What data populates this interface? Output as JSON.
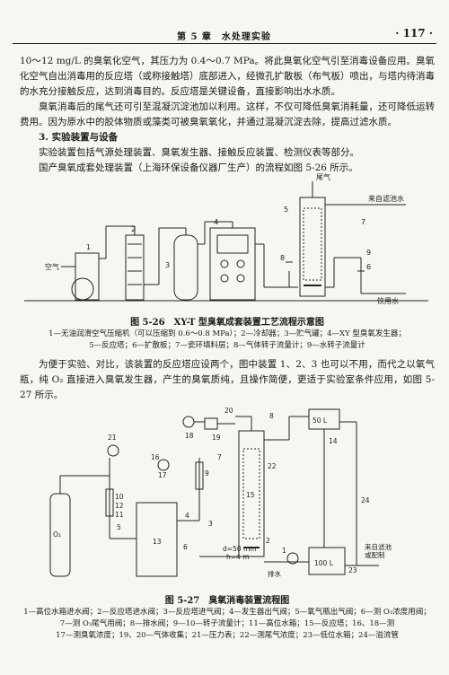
{
  "header": {
    "chapter": "第 5 章　水处理实验",
    "page_number": "· 117 ·"
  },
  "para1": "10～12 mg/L 的臭氧化空气，其压力为 0.4～0.7 MPa。将此臭氧化空气引至消毒设备应用。臭氧化空气自出消毒用的反应塔（或称接触塔）底部进入，经微孔扩散板（布气板）喷出，与塔内待消毒的水充分接触反应，达到消毒目的。反应塔是关键设备，直接影响出水水质。",
  "para2": "臭氧消毒后的尾气还可引至混凝沉淀池加以利用。这样，不仅可降低臭氧消耗量，还可降低运转费用。因为原水中的胶体物质或藻类可被臭氧氧化，并通过混凝沉淀去除，提高过滤水质。",
  "section_heading": "3. 实验装置与设备",
  "para3": "实验装置包括气源处理装置、臭氧发生器、接触反应装置、检测仪表等部分。",
  "para4": "国产臭氧成套处理装置（上海环保设备仪器厂生产）的流程如图 5-26 所示。",
  "fig26": {
    "labels": {
      "tail_gas": "尾气",
      "from_filter": "来自滤池水",
      "air": "空气",
      "drinking_water": "饮用水",
      "n1": "1",
      "n2": "2",
      "n3": "3",
      "n4": "4",
      "n5": "5",
      "n6": "6",
      "n7": "7",
      "n8": "8",
      "n9": "9"
    },
    "caption": "图 5-26　XY-T 型臭氧成套装置工艺流程示意图",
    "legend_line1": "1—无油润滑空气压缩机（可以压缩到 0.6～0.8 MPa）；2—冷却器；3—贮气罐；4—XY 型臭氧发生器；",
    "legend_line2": "5—反应塔；6—扩散板；7—瓷环填料层；8—气体转子流量计；9—水转子流量计"
  },
  "para5": "为便于实验、对比，该装置的反应塔应设两个，图中装置 1、2、3 也可以不用，而代之以氧气瓶，纯 O₂ 直接进入臭氧发生器，产生的臭氧质纯，且操作简便，更适于实验室条件应用，如图 5-27 所示。",
  "fig27": {
    "labels": {
      "tank_top": "50 L",
      "tank_bottom": "100 L",
      "o2": "O₂",
      "dimension": "d=50 mm",
      "height": "h=4 m",
      "drain": "排水",
      "from_filter": "来自滤池",
      "or_prepared": "或配制",
      "n1": "1",
      "n2": "2",
      "n3": "3",
      "n4": "4",
      "n5": "5",
      "n6": "6",
      "n7": "7",
      "n8": "8",
      "n9": "9",
      "n10": "10",
      "n11": "11",
      "n12": "12",
      "n13": "13",
      "n14": "14",
      "n15": "15",
      "n16": "16",
      "n17": "17",
      "n18": "18",
      "n19": "19",
      "n20": "20",
      "n21": "21",
      "n22": "22",
      "n23": "23",
      "n24": "24"
    },
    "caption": "图 5-27　臭氧消毒装置流程图",
    "legend_line1": "1—高位水箱进水阀；2—反应塔进水阀；3—反应塔进气阀；4—发生器出气阀；5—氧气瓶出气阀；6—测 O₃浓度用阀；",
    "legend_line2": "7—测 O₃尾气用阀；8—排水阀；9—10—转子流量计；11—高位水箱；15—反应塔；16、18—测",
    "legend_line3": "17—测臭氧浓度；19、20—气体收集；21—压力表；22—测尾气浓度；23—低位水箱；24—溢流管"
  }
}
